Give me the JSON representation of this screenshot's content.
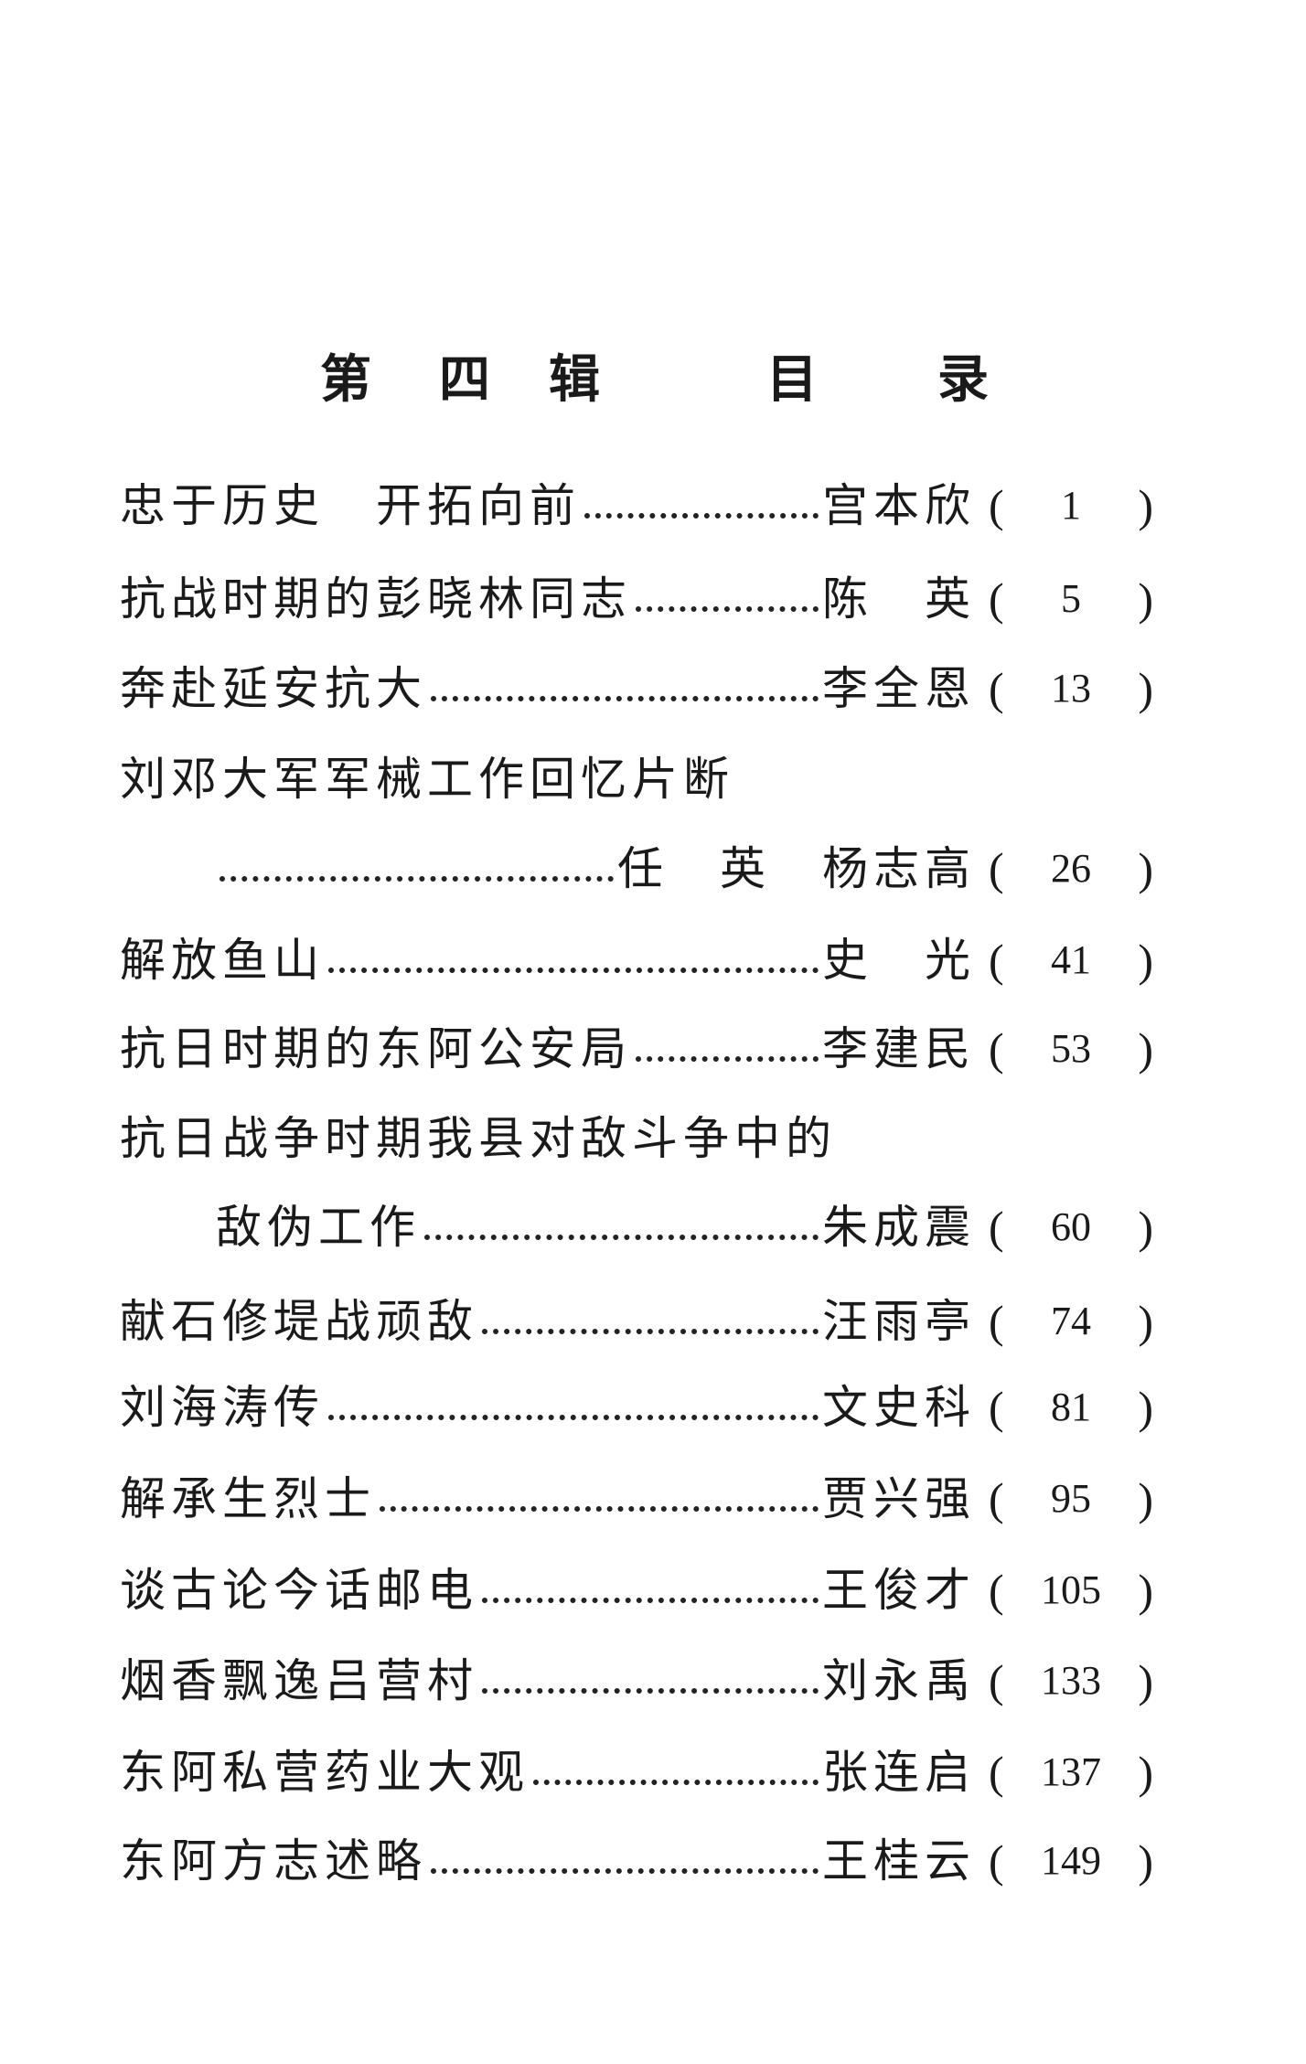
{
  "heading": {
    "chars": [
      "第",
      "四",
      "辑",
      "目",
      "录"
    ]
  },
  "entries": [
    {
      "title": "忠于历史　开拓向前",
      "author": "宫本欣",
      "page": "1"
    },
    {
      "title": "抗战时期的彭晓林同志",
      "author": "陈　英",
      "page": "5"
    },
    {
      "title": "奔赴延安抗大",
      "author": "李全恩",
      "page": "13"
    },
    {
      "title": "刘邓大军军械工作回忆片断",
      "author": "",
      "page": ""
    },
    {
      "title": "",
      "author": "任　英　杨志高",
      "page": "26",
      "indent": true
    },
    {
      "title": "解放鱼山",
      "author": "史　光",
      "page": "41"
    },
    {
      "title": "抗日时期的东阿公安局",
      "author": "李建民",
      "page": "53"
    },
    {
      "title": "抗日战争时期我县对敌斗争中的",
      "author": "",
      "page": ""
    },
    {
      "title": "敌伪工作",
      "author": "朱成震",
      "page": "60",
      "indent": true
    },
    {
      "title": "献石修堤战顽敌",
      "author": "汪雨亭",
      "page": "74"
    },
    {
      "title": "刘海涛传",
      "author": "文史科",
      "page": "81"
    },
    {
      "title": "解承生烈士",
      "author": "贾兴强",
      "page": "95"
    },
    {
      "title": "谈古论今话邮电",
      "author": "王俊才",
      "page": "105"
    },
    {
      "title": "烟香飘逸吕营村",
      "author": "刘永禹",
      "page": "133"
    },
    {
      "title": "东阿私营药业大观",
      "author": "张连启",
      "page": "137"
    },
    {
      "title": "东阿方志述略",
      "author": "王桂云",
      "page": "149"
    }
  ]
}
